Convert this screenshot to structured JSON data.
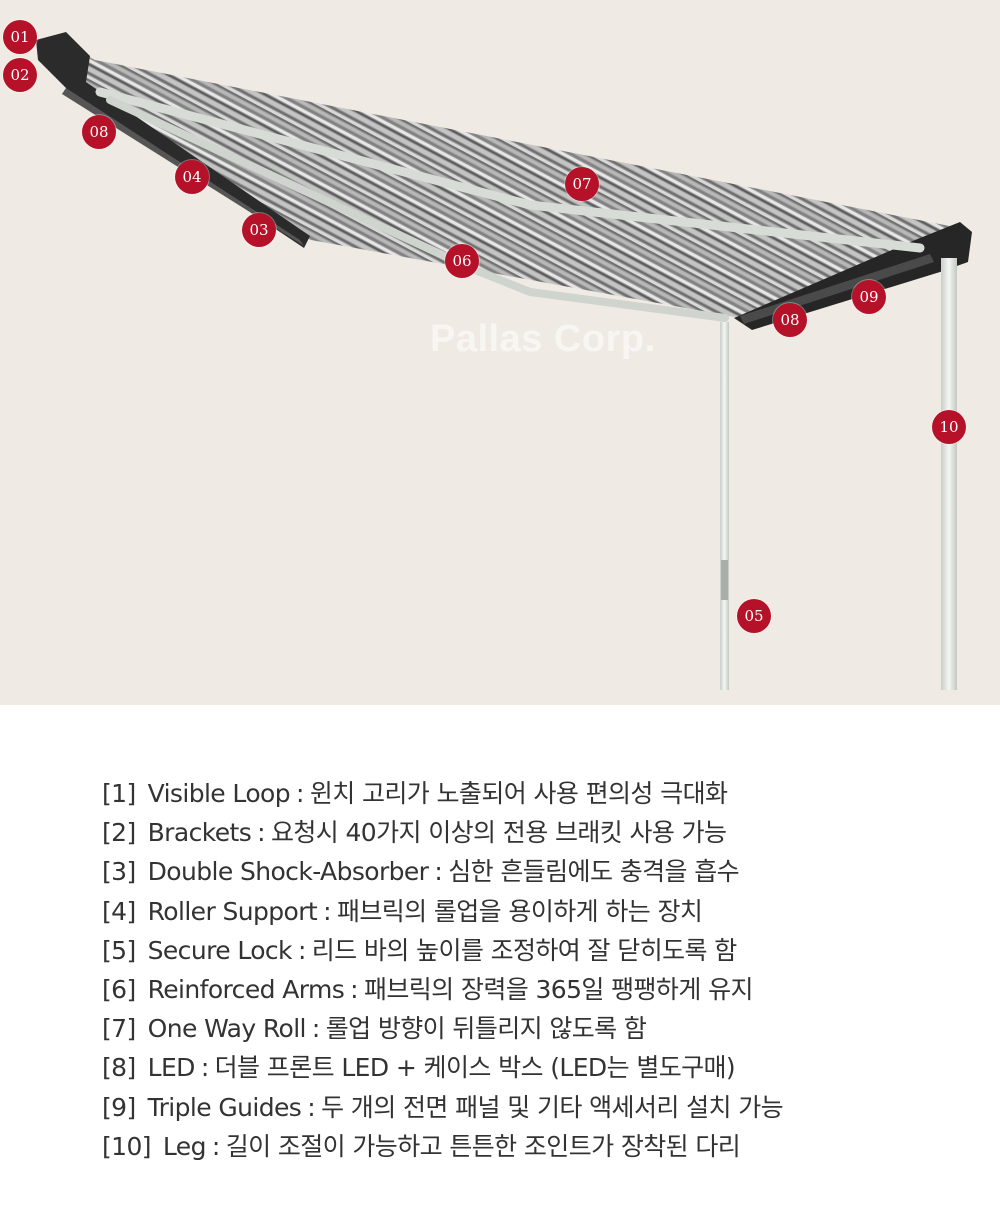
{
  "watermark": "Pallas Corp.",
  "colors": {
    "background": "#efebe4",
    "badge": "#b5122a",
    "text": "#333333"
  },
  "badges": [
    {
      "label": "01"
    },
    {
      "label": "02"
    },
    {
      "label": "08"
    },
    {
      "label": "04"
    },
    {
      "label": "03"
    },
    {
      "label": "06"
    },
    {
      "label": "07"
    },
    {
      "label": "08"
    },
    {
      "label": "09"
    },
    {
      "label": "10"
    },
    {
      "label": "05"
    }
  ],
  "features": [
    {
      "index": "[1]",
      "name": "Visible Loop",
      "sep": ":",
      "desc": "윈치 고리가 노출되어 사용 편의성 극대화"
    },
    {
      "index": "[2]",
      "name": "Brackets",
      "sep": ":",
      "desc": "요청시 40가지 이상의 전용 브래킷 사용 가능"
    },
    {
      "index": "[3]",
      "name": "Double Shock-Absorber",
      "sep": ":",
      "desc": "심한 흔들림에도 충격을 흡수"
    },
    {
      "index": "[4]",
      "name": "Roller Support",
      "sep": ":",
      "desc": "패브릭의 롤업을 용이하게 하는 장치"
    },
    {
      "index": "[5]",
      "name": "Secure Lock",
      "sep": ":",
      "desc": "리드 바의 높이를 조정하여 잘 닫히도록 함"
    },
    {
      "index": "[6]",
      "name": "Reinforced Arms",
      "sep": ":",
      "desc": "패브릭의 장력을 365일 팽팽하게 유지"
    },
    {
      "index": "[7]",
      "name": "One Way Roll",
      "sep": ":",
      "desc": "롤업 방향이 뒤틀리지 않도록 함"
    },
    {
      "index": "[8]",
      "name": "LED",
      "sep": ":",
      "desc": "더블 프론트 LED + 케이스 박스 (LED는 별도구매)"
    },
    {
      "index": "[9]",
      "name": "Triple Guides",
      "sep": ":",
      "desc": "두 개의 전면 패널 및 기타 액세서리 설치 가능"
    },
    {
      "index": "[10]",
      "name": "Leg",
      "sep": ":",
      "desc": "길이 조절이 가능하고 튼튼한 조인트가 장착된 다리"
    }
  ]
}
